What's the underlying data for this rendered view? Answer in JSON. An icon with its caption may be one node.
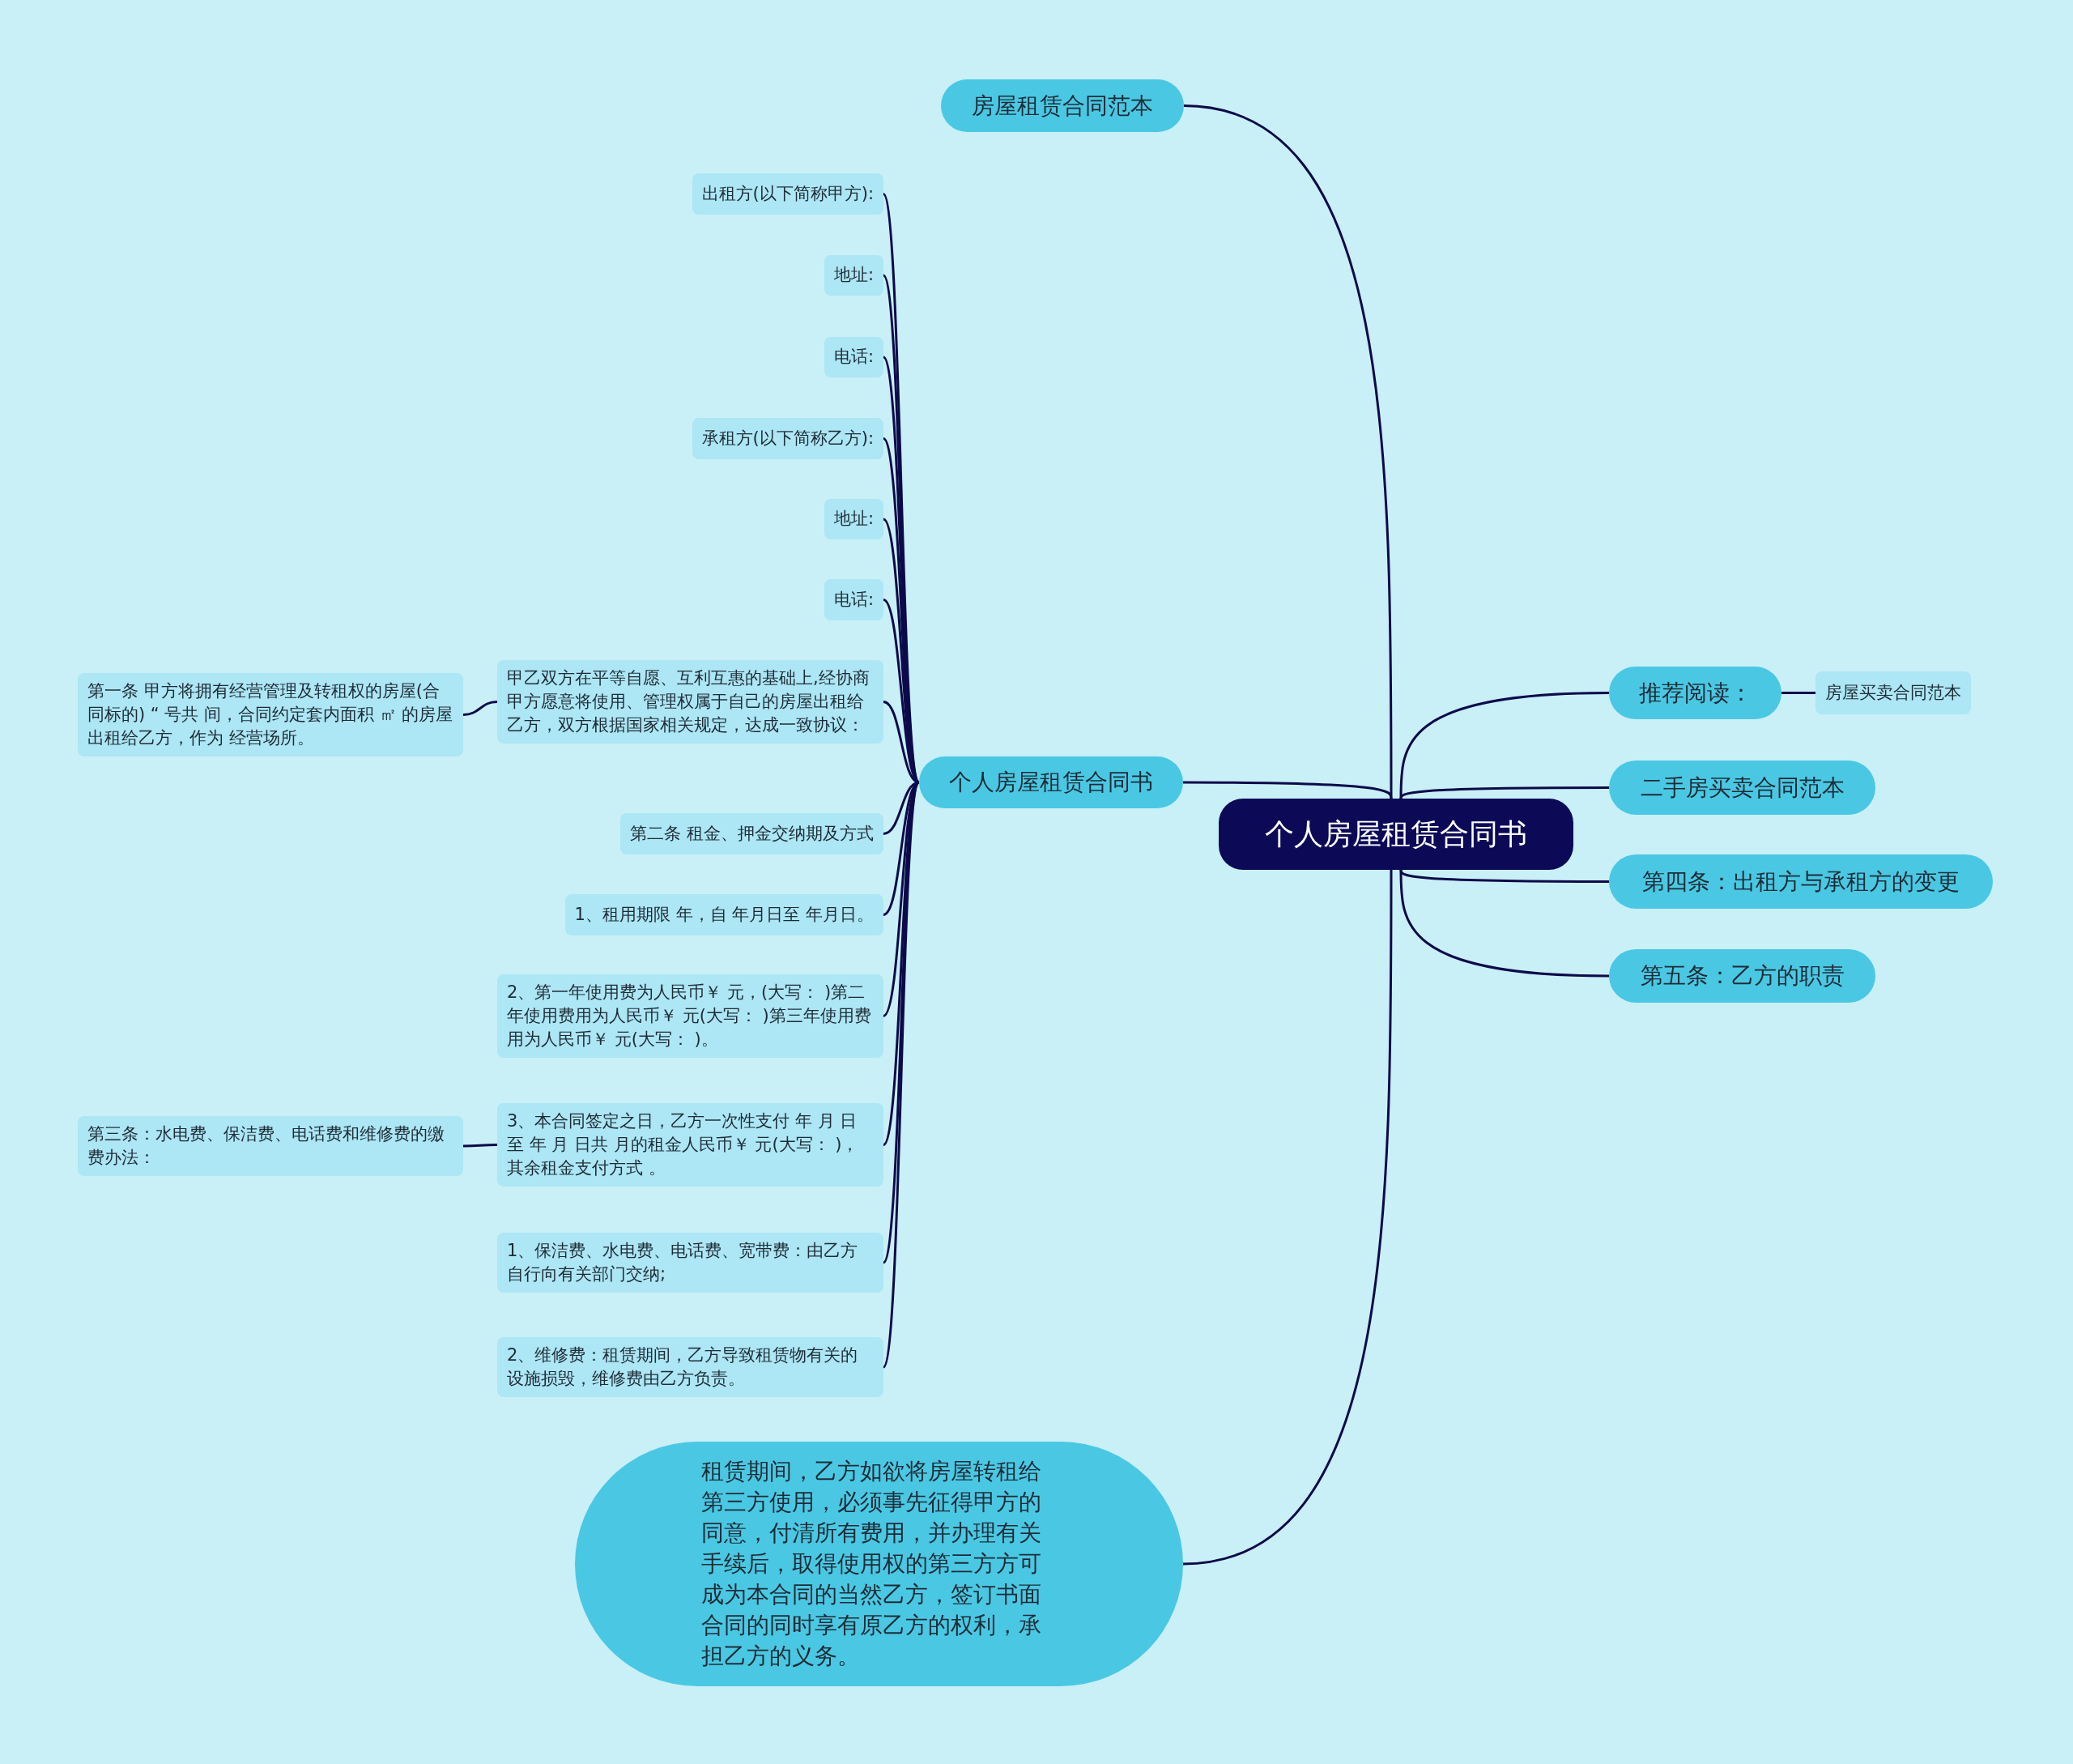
{
  "diagram": {
    "nodes": [
      {
        "text": [
          "个人房屋租赁合同书"
        ]
      },
      {
        "text": [
          "房屋租赁合同范本"
        ]
      },
      {
        "text": [
          "个人房屋租赁合同书"
        ]
      },
      {
        "text": [
          "出租方(以下简称甲方):"
        ]
      },
      {
        "text": [
          "地址:"
        ]
      },
      {
        "text": [
          "电话:"
        ]
      },
      {
        "text": [
          "承租方(以下简称乙方):"
        ]
      },
      {
        "text": [
          "地址:"
        ]
      },
      {
        "text": [
          "电话:"
        ]
      },
      {
        "text": [
          "甲乙双方在平等自愿、互利互惠的基础上,经协商甲方愿意将使用、管理权属于自己的房屋出租给乙方，双方根据国家相关规定，达成一致协议："
        ]
      },
      {
        "text": [
          "第一条 甲方将拥有经营管理及转租权的房屋(合同标的) “ 号共 间，合同约定套内面积 ㎡ 的房屋出租给乙方，作为 经营场所。"
        ]
      },
      {
        "text": [
          "第二条 租金、押金交纳期及方式"
        ]
      },
      {
        "text": [
          "1、租用期限 年，自 年月日至 年月日。"
        ]
      },
      {
        "text": [
          "2、第一年使用费为人民币￥ 元，(大写： )第二年使用费用为人民币￥ 元(大写： )第三年使用费用为人民币￥ 元(大写： )。"
        ]
      },
      {
        "text": [
          "3、本合同签定之日，乙方一次性支付 年 月 日至 年 月 日共 月的租金人民币￥ 元(大写： )，其余租金支付方式 。"
        ]
      },
      {
        "text": [
          "第三条：水电费、保洁费、电话费和维修费的缴费办法："
        ]
      },
      {
        "text": [
          "1、保洁费、水电费、电话费、宽带费：由乙方自行向有关部门交纳;"
        ]
      },
      {
        "text": [
          "2、维修费：租赁期间，乙方导致租赁物有关的设施损毁，维修费由乙方负责。"
        ]
      },
      {
        "text": [
          "租赁期间，乙方如欲将房屋转租给第三方使用，必须事先征得甲方的同意，付清所有费用，并办理有关手续后，取得使用权的第三方方可成为本合同的当然乙方，签订书面合同的同时享有原乙方的权利，承担乙方的义务。"
        ]
      },
      {
        "text": [
          "推荐阅读："
        ]
      },
      {
        "text": [
          "房屋买卖合同范本"
        ]
      },
      {
        "text": [
          "二手房买卖合同范本"
        ]
      },
      {
        "text": [
          "第四条：出租方与承租方的变更"
        ]
      },
      {
        "text": [
          "第五条：乙方的职责"
        ]
      }
    ],
    "edges": [
      {
        "from": 0,
        "to": 1,
        "arrow": "none"
      },
      {
        "from": 0,
        "to": 2,
        "arrow": "none"
      },
      {
        "from": 2,
        "to": 3,
        "arrow": "none"
      },
      {
        "from": 2,
        "to": 4,
        "arrow": "none"
      },
      {
        "from": 2,
        "to": 5,
        "arrow": "none"
      },
      {
        "from": 2,
        "to": 6,
        "arrow": "none"
      },
      {
        "from": 2,
        "to": 7,
        "arrow": "none"
      },
      {
        "from": 2,
        "to": 8,
        "arrow": "none"
      },
      {
        "from": 2,
        "to": 9,
        "arrow": "none"
      },
      {
        "from": 9,
        "to": 10,
        "arrow": "none"
      },
      {
        "from": 2,
        "to": 11,
        "arrow": "none"
      },
      {
        "from": 2,
        "to": 12,
        "arrow": "none"
      },
      {
        "from": 2,
        "to": 13,
        "arrow": "none"
      },
      {
        "from": 2,
        "to": 14,
        "arrow": "none"
      },
      {
        "from": 14,
        "to": 15,
        "arrow": "none"
      },
      {
        "from": 2,
        "to": 16,
        "arrow": "none"
      },
      {
        "from": 2,
        "to": 17,
        "arrow": "none"
      },
      {
        "from": 0,
        "to": 18,
        "arrow": "none"
      },
      {
        "from": 0,
        "to": 19,
        "arrow": "none"
      },
      {
        "from": 19,
        "to": 20,
        "arrow": "none"
      },
      {
        "from": 0,
        "to": 21,
        "arrow": "none"
      },
      {
        "from": 0,
        "to": 22,
        "arrow": "none"
      },
      {
        "from": 0,
        "to": 23,
        "arrow": "none"
      }
    ]
  }
}
